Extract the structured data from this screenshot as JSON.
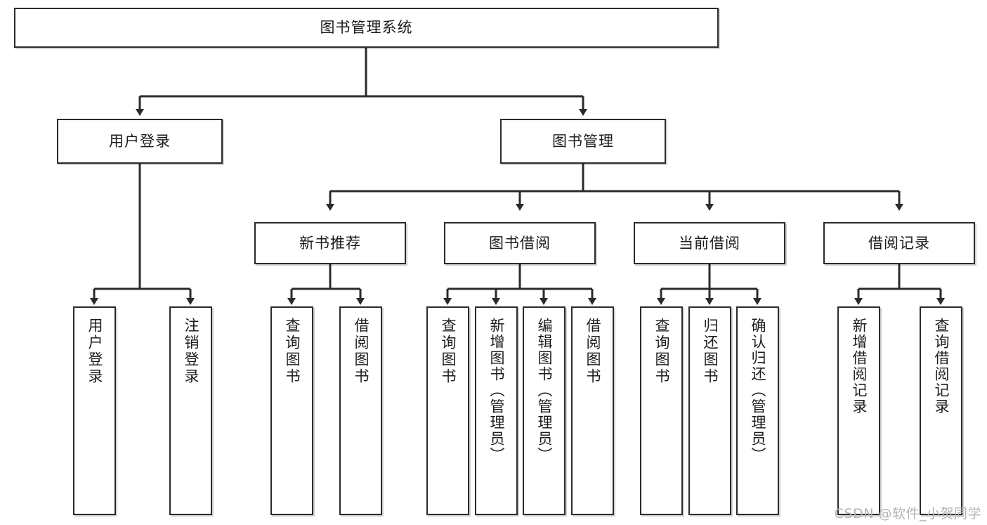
{
  "diagram": {
    "type": "tree-hierarchy-flowchart",
    "title": "图书管理系统",
    "root": {
      "id": "root",
      "label": "图书管理系统"
    },
    "level2": [
      {
        "id": "user-login",
        "label": "用户登录"
      },
      {
        "id": "book-management",
        "label": "图书管理"
      }
    ],
    "level3": [
      {
        "id": "new-book-recommend",
        "label": "新书推荐",
        "parent": "book-management"
      },
      {
        "id": "book-borrow",
        "label": "图书借阅",
        "parent": "book-management"
      },
      {
        "id": "current-borrow",
        "label": "当前借阅",
        "parent": "book-management"
      },
      {
        "id": "borrow-record",
        "label": "借阅记录",
        "parent": "book-management"
      }
    ],
    "leaves": [
      {
        "id": "leaf-user-login",
        "label": "用户登录",
        "parent": "user-login"
      },
      {
        "id": "leaf-logout-login",
        "label": "注销登录",
        "parent": "user-login"
      },
      {
        "id": "leaf-query-book-1",
        "label": "查询图书",
        "parent": "new-book-recommend"
      },
      {
        "id": "leaf-borrow-book-1",
        "label": "借阅图书",
        "parent": "new-book-recommend"
      },
      {
        "id": "leaf-query-book-2",
        "label": "查询图书",
        "parent": "book-borrow"
      },
      {
        "id": "leaf-add-book-admin",
        "label": "新增图书（管理员）",
        "parent": "book-borrow"
      },
      {
        "id": "leaf-edit-book-admin",
        "label": "编辑图书（管理员）",
        "parent": "book-borrow"
      },
      {
        "id": "leaf-borrow-book-2",
        "label": "借阅图书",
        "parent": "book-borrow"
      },
      {
        "id": "leaf-query-book-3",
        "label": "查询图书",
        "parent": "current-borrow"
      },
      {
        "id": "leaf-return-book",
        "label": "归还图书",
        "parent": "current-borrow"
      },
      {
        "id": "leaf-confirm-return-admin",
        "label": "确认归还（管理员）",
        "parent": "current-borrow"
      },
      {
        "id": "leaf-add-borrow-record",
        "label": "新增借阅记录",
        "parent": "borrow-record"
      },
      {
        "id": "leaf-query-borrow-record",
        "label": "查询借阅记录",
        "parent": "borrow-record"
      }
    ],
    "watermark": "CSDN @软件_小贺同学",
    "colors": {
      "stroke": "#2b2b2b",
      "fill": "#ffffff",
      "text": "#1c1c1c",
      "watermark": "#b4b4b4"
    }
  }
}
